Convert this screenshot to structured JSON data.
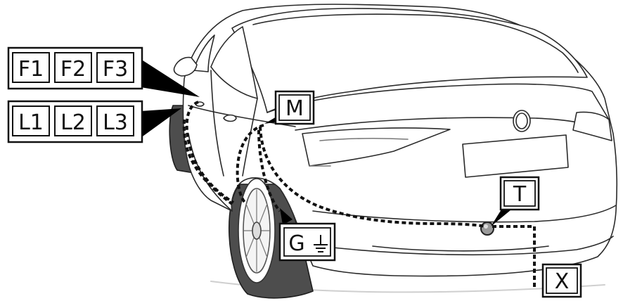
{
  "diagram": {
    "front_labels": [
      "F1",
      "F2",
      "F3"
    ],
    "left_labels": [
      "L1",
      "L2",
      "L3"
    ],
    "point_m": "M",
    "point_g": "G",
    "point_t": "T",
    "point_x": "X",
    "ground_icon": "ground-symbol-icon"
  },
  "colors": {
    "stroke": "#2a2a2a",
    "car_fill": "#ffffff",
    "shade": "#dcdcdc",
    "tire": "#4a4a4a",
    "wire": "#111111"
  }
}
